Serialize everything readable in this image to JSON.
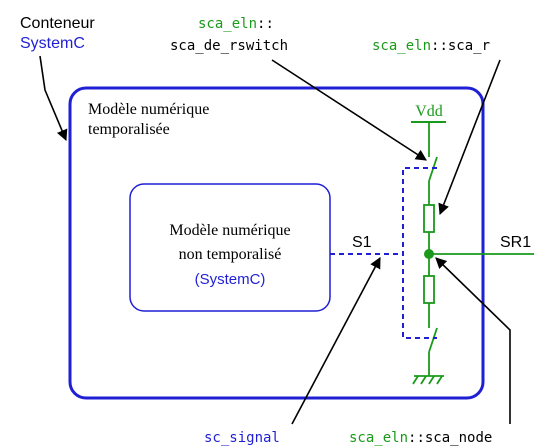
{
  "colors": {
    "container_blue": "#1f1fd6",
    "label_blue": "#1f1fd6",
    "green": "#1a9a1a",
    "black": "#000000"
  },
  "labels": {
    "container_line1": "Conteneur",
    "container_line2": "SystemC",
    "switch_prefix": "sca_eln",
    "switch_sep": "::",
    "switch_name": "sca_de_rswitch",
    "resistor_prefix": "sca_eln",
    "resistor_sep": "::",
    "resistor_name": "sca_r",
    "timed_model_line1": "Modèle numérique",
    "timed_model_line2": "temporalisée",
    "untimed_model_line1": "Modèle numérique",
    "untimed_model_line2": "non temporalisé",
    "untimed_model_line3": "(SystemC)",
    "vdd": "Vdd",
    "signal_s1": "S1",
    "signal_sr1": "SR1",
    "sc_signal": "sc_signal",
    "node_prefix": "sca_eln",
    "node_sep": "::",
    "node_name": "sca_node"
  }
}
